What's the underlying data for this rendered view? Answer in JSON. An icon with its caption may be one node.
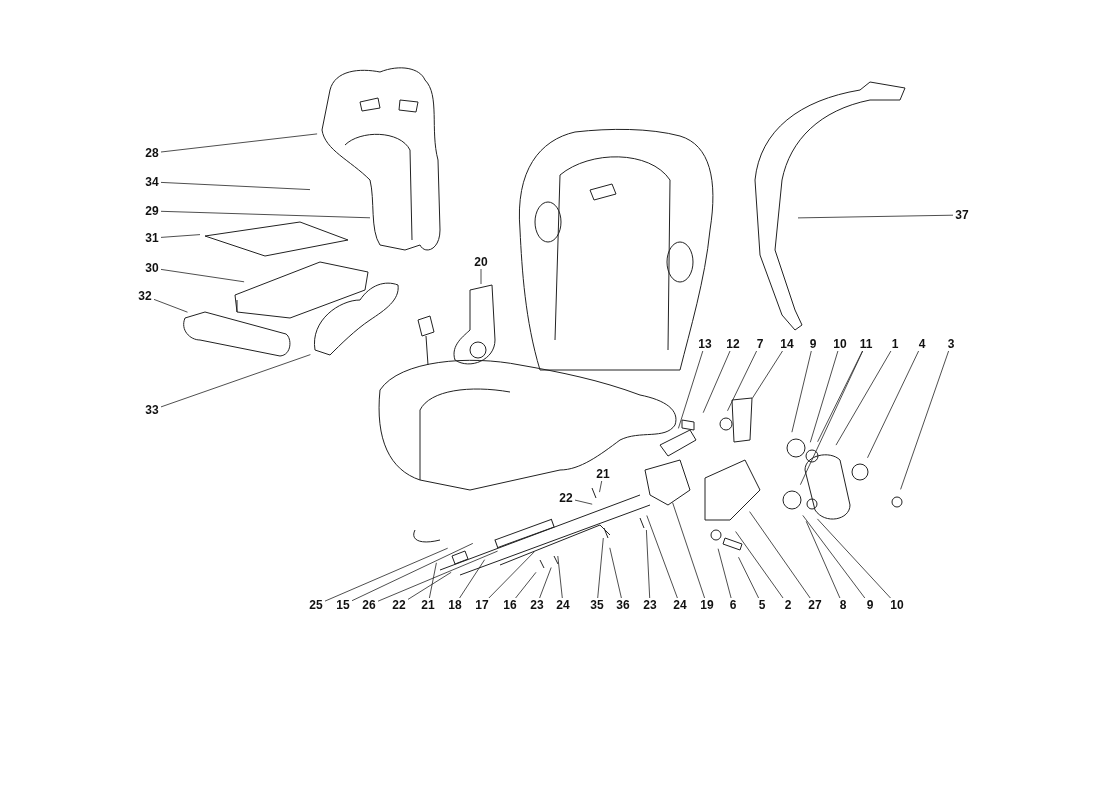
{
  "diagram": {
    "nodes": [
      {
        "text": [
          "28"
        ]
      },
      {
        "text": [
          "34"
        ]
      },
      {
        "text": [
          "29"
        ]
      },
      {
        "text": [
          "31"
        ]
      },
      {
        "text": [
          "30"
        ]
      },
      {
        "text": [
          "32"
        ]
      },
      {
        "text": [
          "20"
        ]
      },
      {
        "text": [
          "33"
        ]
      },
      {
        "text": [
          "37"
        ]
      },
      {
        "text": [
          "13"
        ]
      },
      {
        "text": [
          "12"
        ]
      },
      {
        "text": [
          "7"
        ]
      },
      {
        "text": [
          "14"
        ]
      },
      {
        "text": [
          "9"
        ]
      },
      {
        "text": [
          "10"
        ]
      },
      {
        "text": [
          "11"
        ]
      },
      {
        "text": [
          "1"
        ]
      },
      {
        "text": [
          "4"
        ]
      },
      {
        "text": [
          "3"
        ]
      },
      {
        "text": [
          "21"
        ]
      },
      {
        "text": [
          "22"
        ]
      },
      {
        "text": [
          "25"
        ]
      },
      {
        "text": [
          "15"
        ]
      },
      {
        "text": [
          "26"
        ]
      },
      {
        "text": [
          "22"
        ]
      },
      {
        "text": [
          "21"
        ]
      },
      {
        "text": [
          "18"
        ]
      },
      {
        "text": [
          "17"
        ]
      },
      {
        "text": [
          "16"
        ]
      },
      {
        "text": [
          "23"
        ]
      },
      {
        "text": [
          "24"
        ]
      },
      {
        "text": [
          "35"
        ]
      },
      {
        "text": [
          "36"
        ]
      },
      {
        "text": [
          "23"
        ]
      },
      {
        "text": [
          "24"
        ]
      },
      {
        "text": [
          "19"
        ]
      },
      {
        "text": [
          "6"
        ]
      },
      {
        "text": [
          "5"
        ]
      },
      {
        "text": [
          "2"
        ]
      },
      {
        "text": [
          "27"
        ]
      },
      {
        "text": [
          "8"
        ]
      },
      {
        "text": [
          "9"
        ]
      },
      {
        "text": [
          "10"
        ]
      }
    ],
    "edges": [
      {
        "from": 0,
        "to": null,
        "arrow": "none"
      },
      {
        "from": 1,
        "to": null,
        "arrow": "none"
      },
      {
        "from": 2,
        "to": null,
        "arrow": "none"
      },
      {
        "from": 3,
        "to": null,
        "arrow": "none"
      },
      {
        "from": 4,
        "to": null,
        "arrow": "none"
      },
      {
        "from": 5,
        "to": null,
        "arrow": "none"
      },
      {
        "from": 6,
        "to": null,
        "arrow": "none"
      },
      {
        "from": 7,
        "to": null,
        "arrow": "none"
      },
      {
        "from": 8,
        "to": null,
        "arrow": "none"
      },
      {
        "from": 9,
        "to": null,
        "arrow": "none"
      },
      {
        "from": 10,
        "to": null,
        "arrow": "none"
      },
      {
        "from": 11,
        "to": null,
        "arrow": "none"
      },
      {
        "from": 12,
        "to": null,
        "arrow": "none"
      },
      {
        "from": 13,
        "to": null,
        "arrow": "none"
      },
      {
        "from": 14,
        "to": null,
        "arrow": "none"
      },
      {
        "from": 15,
        "to": null,
        "arrow": "none"
      },
      {
        "from": 15,
        "to": null,
        "arrow": "none"
      },
      {
        "from": 16,
        "to": null,
        "arrow": "none"
      },
      {
        "from": 17,
        "to": null,
        "arrow": "none"
      },
      {
        "from": 18,
        "to": null,
        "arrow": "none"
      },
      {
        "from": 19,
        "to": null,
        "arrow": "none"
      },
      {
        "from": 20,
        "to": null,
        "arrow": "none"
      },
      {
        "from": 21,
        "to": null,
        "arrow": "none"
      },
      {
        "from": 22,
        "to": null,
        "arrow": "none"
      },
      {
        "from": 23,
        "to": null,
        "arrow": "none"
      },
      {
        "from": 24,
        "to": null,
        "arrow": "none"
      },
      {
        "from": 25,
        "to": null,
        "arrow": "none"
      },
      {
        "from": 26,
        "to": null,
        "arrow": "none"
      },
      {
        "from": 27,
        "to": null,
        "arrow": "none"
      },
      {
        "from": 28,
        "to": null,
        "arrow": "none"
      },
      {
        "from": 29,
        "to": null,
        "arrow": "none"
      },
      {
        "from": 30,
        "to": null,
        "arrow": "none"
      },
      {
        "from": 31,
        "to": null,
        "arrow": "none"
      },
      {
        "from": 32,
        "to": null,
        "arrow": "none"
      },
      {
        "from": 33,
        "to": null,
        "arrow": "none"
      },
      {
        "from": 34,
        "to": null,
        "arrow": "none"
      },
      {
        "from": 35,
        "to": null,
        "arrow": "none"
      },
      {
        "from": 36,
        "to": null,
        "arrow": "none"
      },
      {
        "from": 37,
        "to": null,
        "arrow": "none"
      },
      {
        "from": 38,
        "to": null,
        "arrow": "none"
      },
      {
        "from": 39,
        "to": null,
        "arrow": "none"
      },
      {
        "from": 40,
        "to": null,
        "arrow": "none"
      },
      {
        "from": 41,
        "to": null,
        "arrow": "none"
      },
      {
        "from": 42,
        "to": null,
        "arrow": "none"
      }
    ]
  }
}
